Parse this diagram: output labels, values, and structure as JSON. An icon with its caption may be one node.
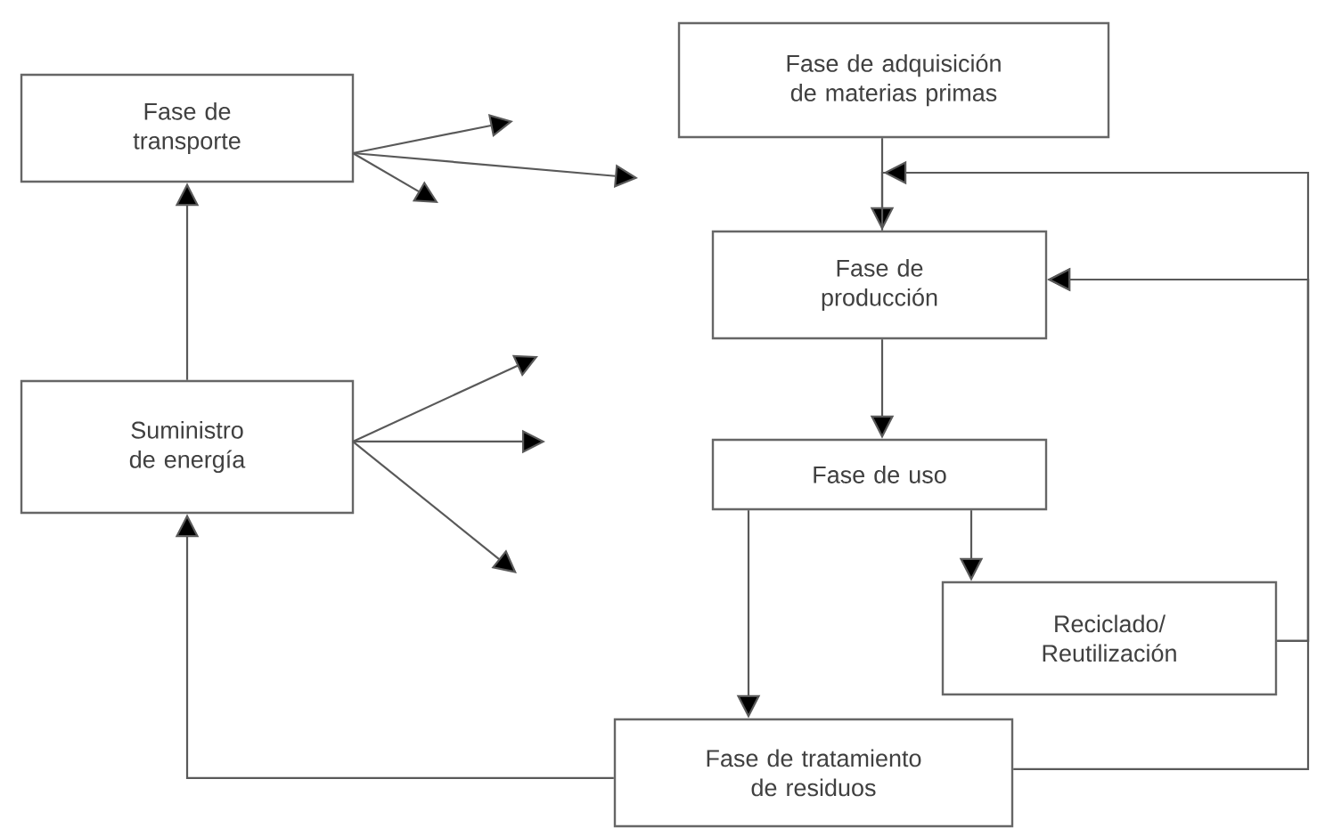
{
  "diagram": {
    "nodes": [
      {
        "text": [
          "Fase de transporte"
        ]
      },
      {
        "text": [
          "Suministro de energía"
        ]
      },
      {
        "text": [
          "Fase de adquisición de materias primas"
        ]
      },
      {
        "text": [
          "Fase de producción"
        ]
      },
      {
        "text": [
          "Fase de uso"
        ]
      },
      {
        "text": [
          "Reciclado/ Reutilización"
        ]
      },
      {
        "text": [
          "Fase de tratamiento de residuos"
        ]
      }
    ],
    "edges": [
      {
        "from": 1,
        "to": 0,
        "arrow": "to"
      },
      {
        "from": 0,
        "to": null,
        "arrow": "to"
      },
      {
        "from": 0,
        "to": null,
        "arrow": "to"
      },
      {
        "from": 0,
        "to": null,
        "arrow": "to"
      },
      {
        "from": 1,
        "to": null,
        "arrow": "to"
      },
      {
        "from": 1,
        "to": null,
        "arrow": "to"
      },
      {
        "from": 1,
        "to": null,
        "arrow": "to"
      },
      {
        "from": 2,
        "to": 3,
        "arrow": "to"
      },
      {
        "from": 3,
        "to": 4,
        "arrow": "to"
      },
      {
        "from": 4,
        "to": 5,
        "arrow": "to"
      },
      {
        "from": 4,
        "to": 6,
        "arrow": "to"
      },
      {
        "from": 5,
        "to": 3,
        "arrow": "to"
      },
      {
        "from": 5,
        "to": 3,
        "arrow": "to"
      },
      {
        "from": 6,
        "to": 3,
        "arrow": "to"
      },
      {
        "from": 6,
        "to": 1,
        "arrow": "to"
      }
    ]
  }
}
